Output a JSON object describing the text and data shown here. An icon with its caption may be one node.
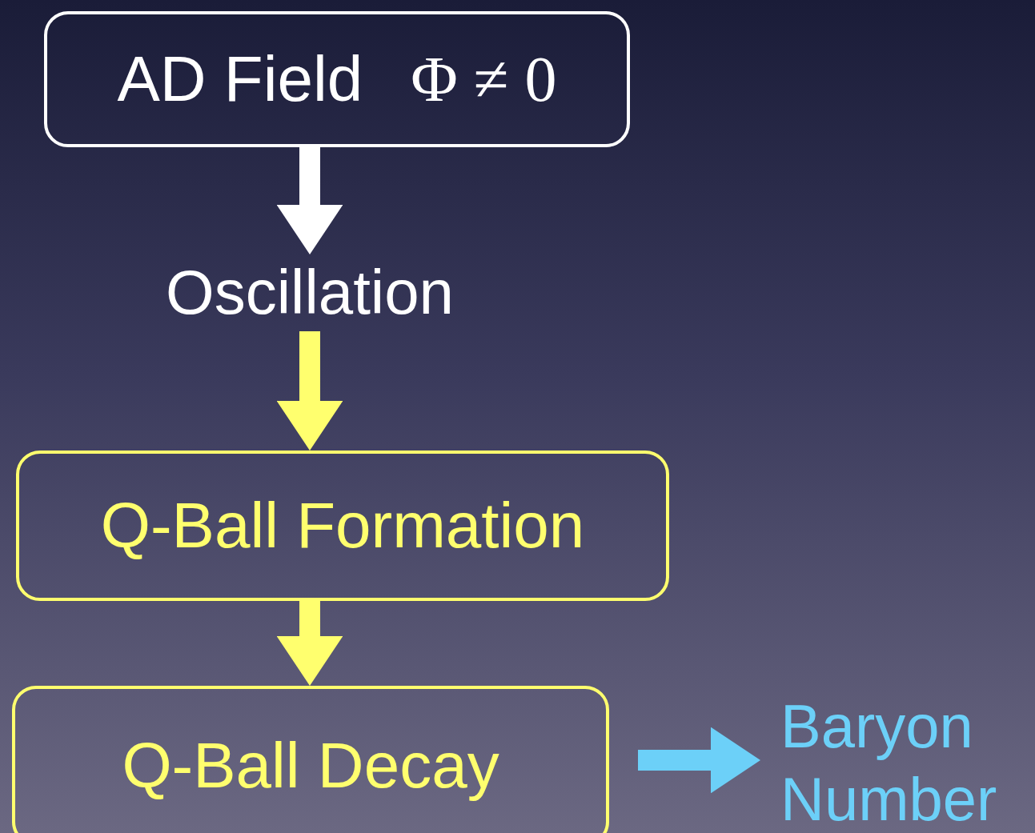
{
  "diagram": {
    "nodes": [
      {
        "text": [
          "AD Field",
          "Φ ≠ 0"
        ]
      },
      {
        "text": [
          "Oscillation"
        ]
      },
      {
        "text": [
          "Q-Ball Formation"
        ]
      },
      {
        "text": [
          "Q-Ball Decay"
        ]
      },
      {
        "text": [
          "Baryon Number"
        ]
      }
    ],
    "edges": [
      {
        "from": 0,
        "to": 1,
        "arrow": "to",
        "color": "#ffffff"
      },
      {
        "from": 1,
        "to": 2,
        "arrow": "to"
      },
      {
        "from": 2,
        "to": 3,
        "arrow": "to"
      },
      {
        "from": 3,
        "to": 4,
        "arrow": "to",
        "color": "#6cd0f8"
      }
    ]
  }
}
